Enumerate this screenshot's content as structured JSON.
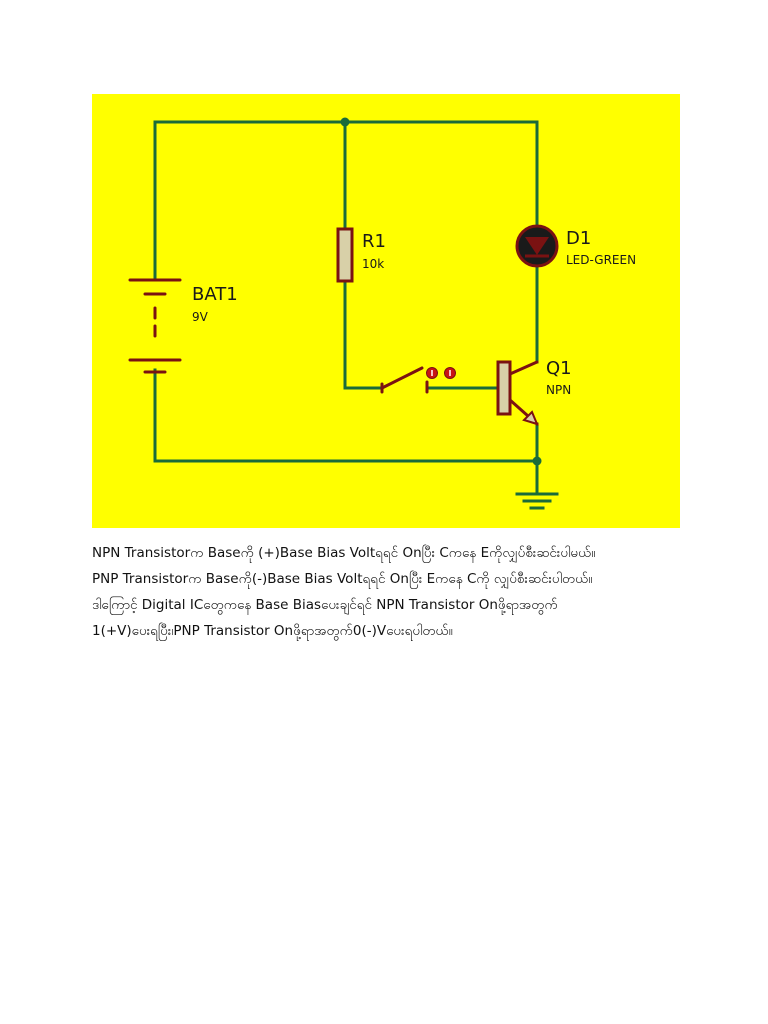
{
  "diagram": {
    "battery": {
      "name": "BAT1",
      "value": "9V"
    },
    "resistor": {
      "name": "R1",
      "value": "10k"
    },
    "led": {
      "name": "D1",
      "value": "LED-GREEN"
    },
    "transistor": {
      "name": "Q1",
      "value": "NPN"
    },
    "colors": {
      "background": "#ffff00",
      "wire": "#1a6b3a",
      "component": "#7a1212",
      "resistor_fill": "#d8d0a8",
      "led_fill": "#1a1a1a",
      "indicator": "#c81414"
    }
  },
  "caption": {
    "line1": "NPN Transistorက Baseကို (+)Base Bias Voltရရင် Onပြီး Cကနေ Eကိုလျှပ်စီးဆင်းပါမယ်။",
    "line2": "PNP Transistorက Baseကို(-)Base Bias Voltရရင် Onပြီး Eကနေ Cကို လျှပ်စီးဆင်းပါတယ်။",
    "line3": "ဒါကြောင့် Digital ICတွေကနေ Base Biasပေးချင်ရင် NPN Transistor Onဖို့ရာအတွက်",
    "line4": "1(+V)ပေးရပြီး၊PNP Transistor Onဖို့ရာအတွက်0(-)Vပေးရပါတယ်။"
  }
}
